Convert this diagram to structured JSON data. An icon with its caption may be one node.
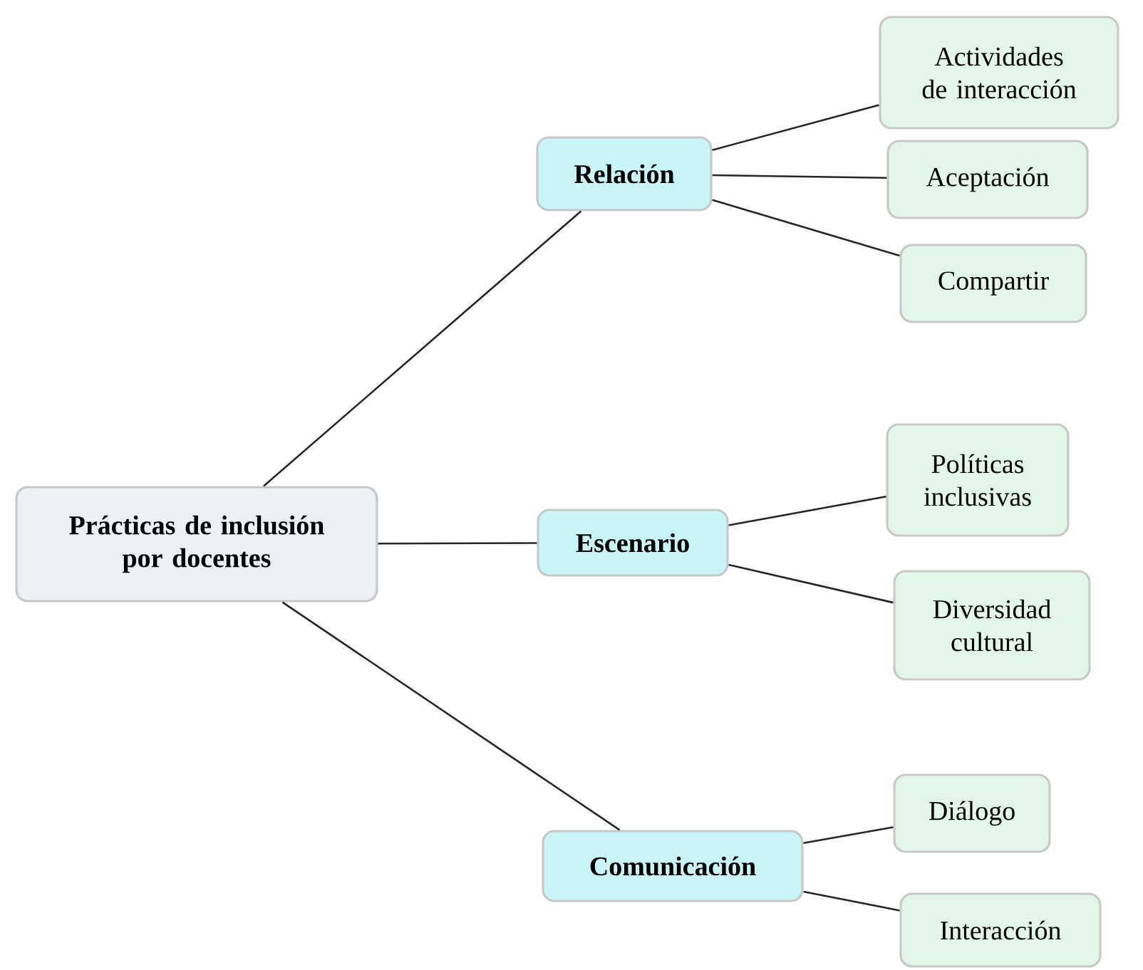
{
  "diagram": {
    "nodes": [
      {
        "text": [
          "Prácticas de inclusión por docentes"
        ]
      },
      {
        "text": [
          "Relación"
        ]
      },
      {
        "text": [
          "Escenario"
        ]
      },
      {
        "text": [
          "Comunicación"
        ]
      },
      {
        "text": [
          "Actividades de interacción"
        ]
      },
      {
        "text": [
          "Aceptación"
        ]
      },
      {
        "text": [
          "Compartir"
        ]
      },
      {
        "text": [
          "Políticas inclusivas"
        ]
      },
      {
        "text": [
          "Diversidad cultural"
        ]
      },
      {
        "text": [
          "Diálogo"
        ]
      },
      {
        "text": [
          "Interacción"
        ]
      }
    ],
    "edges": [
      {
        "from": 0,
        "to": 1,
        "arrow": "none"
      },
      {
        "from": 0,
        "to": 2,
        "arrow": "none"
      },
      {
        "from": 0,
        "to": 3,
        "arrow": "none"
      },
      {
        "from": 1,
        "to": 4,
        "arrow": "none"
      },
      {
        "from": 1,
        "to": 5,
        "arrow": "none"
      },
      {
        "from": 1,
        "to": 6,
        "arrow": "none"
      },
      {
        "from": 2,
        "to": 7,
        "arrow": "none"
      },
      {
        "from": 2,
        "to": 8,
        "arrow": "none"
      },
      {
        "from": 3,
        "to": 9,
        "arrow": "none"
      },
      {
        "from": 3,
        "to": 10,
        "arrow": "none"
      }
    ]
  }
}
